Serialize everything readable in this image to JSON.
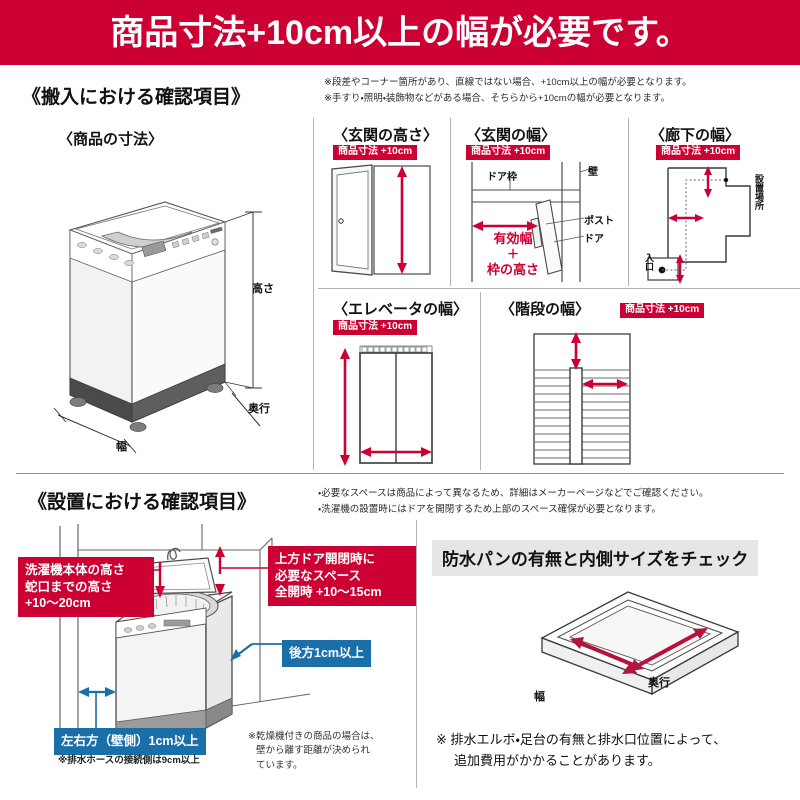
{
  "header": {
    "title": "商品寸法+10cm以上の幅が必要です。",
    "bg_color": "#cc0033",
    "text_color": "#ffffff"
  },
  "colors": {
    "red": "#cc0033",
    "blue": "#1b6fa8",
    "panel_bg": "#e6e6e6",
    "ink": "#111111"
  },
  "delivery": {
    "section_title": "《搬入における確認項目》",
    "notes": [
      "※段差やコーナー箇所があり、直線ではない場合、+10cm以上の幅が必要となります。",
      "※手すり・照明・装飾物などがある場合、そちらから+10cmの幅が必要となります。"
    ],
    "product": {
      "title": "〈商品の寸法〉",
      "dim_height": "高さ",
      "dim_depth": "奥行",
      "dim_width": "幅"
    },
    "entrance_height": {
      "title": "〈玄関の高さ〉",
      "badge": "商品寸法 +10cm"
    },
    "entrance_width": {
      "title": "〈玄関の幅〉",
      "badge": "商品寸法 +10cm",
      "label_doorframe": "ドア枠",
      "label_wall": "壁",
      "label_post": "ポスト",
      "label_door": "ドア",
      "measure_line1": "有効幅",
      "measure_line2": "＋",
      "measure_line3": "枠の高さ"
    },
    "corridor": {
      "title": "〈廊下の幅〉",
      "badge": "商品寸法 +10cm",
      "label_place": "設置場所",
      "label_entry": "入口"
    },
    "elevator": {
      "title": "〈エレベータの幅〉",
      "badge": "商品寸法 +10cm"
    },
    "stairs": {
      "title": "〈階段の幅〉",
      "badge": "商品寸法 +10cm"
    }
  },
  "install": {
    "section_title": "《設置における確認項目》",
    "notes": [
      "・必要なスペースは商品によって異なるため、詳細はメーカーページなどでご確認ください。",
      "・洗濯機の設置時にはドアを開閉するため上部のスペース確保が必要となります。"
    ],
    "callout_faucet": "洗濯機本体の高さ\n蛇口までの高さ\n+10〜20cm",
    "callout_faucet_lines": [
      "洗濯機本体の高さ",
      "蛇口までの高さ",
      "+10〜20cm"
    ],
    "callout_topdoor_lines": [
      "上方ドア開閉時に",
      "必要なスペース",
      "全開時 +10〜15cm"
    ],
    "callout_rear": "後方1cm以上",
    "callout_side": "左右方（壁側）1cm以上",
    "note_side": "※排水ホースの接続側は9cm以上",
    "note_dryer_lines": [
      "※乾燥機付きの商品の場合は、",
      "壁から離す距離が決められ",
      "ています。"
    ]
  },
  "drainpan": {
    "panel_title": "防水パンの有無と内側サイズをチェック",
    "label_width": "幅",
    "label_depth": "奥行",
    "footnote_lines": [
      "※ 排水エルボ・足台の有無と排水口位置によって、",
      "追加費用がかかることがあります。"
    ]
  }
}
